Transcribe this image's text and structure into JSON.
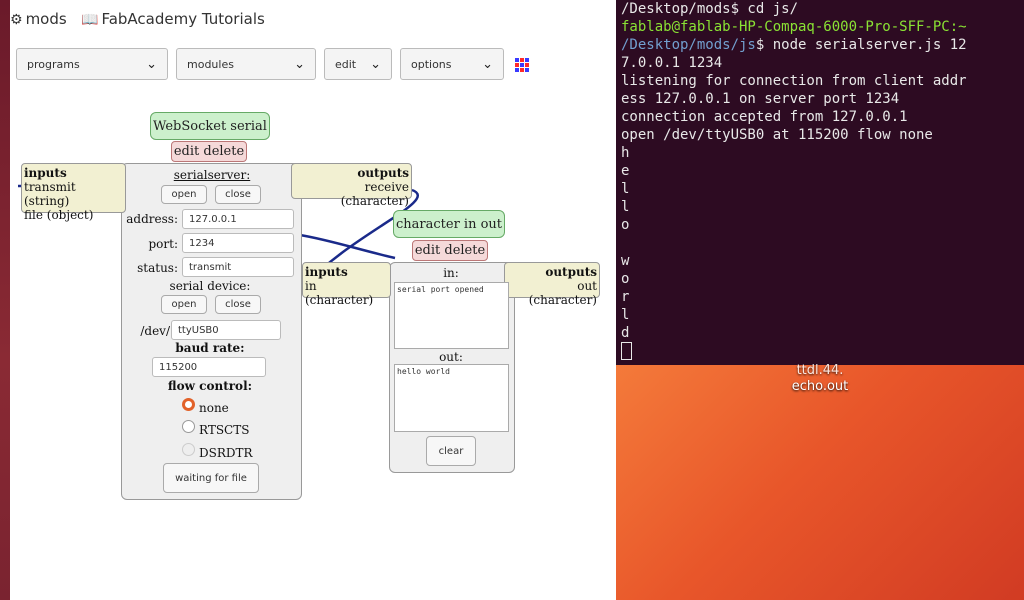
{
  "browser": {
    "tabs": [
      {
        "icon": "gear-icon",
        "label": "mods"
      },
      {
        "icon": "book-icon",
        "label": "FabAcademy Tutorials"
      }
    ],
    "menus": [
      "programs",
      "modules",
      "edit",
      "options"
    ]
  },
  "websocket_module": {
    "title": "WebSocket serial",
    "edit": "edit",
    "delete": "delete",
    "inputs_title": "inputs",
    "inputs": [
      "transmit (string)",
      "file (object)"
    ],
    "outputs_title": "outputs",
    "outputs": [
      "receive (character)"
    ],
    "server_label": "serialserver:",
    "open": "open",
    "close": "close",
    "address_label": "address:",
    "address_value": "127.0.0.1",
    "port_label": "port:",
    "port_value": "1234",
    "status_label": "status:",
    "status_value": "transmit",
    "serial_device_label": "serial device:",
    "dev_label": "/dev/",
    "dev_value": "ttyUSB0",
    "baud_label": "baud rate:",
    "baud_value": "115200",
    "flow_label": "flow control:",
    "flow_options": [
      "none",
      "RTSCTS",
      "DSRDTR"
    ],
    "waiting": "waiting for file"
  },
  "char_module": {
    "title": "character in out",
    "edit": "edit",
    "delete": "delete",
    "inputs_title": "inputs",
    "inputs": [
      "in (character)"
    ],
    "outputs_title": "outputs",
    "outputs": [
      "out (character)"
    ],
    "in_label": "in:",
    "in_text": "serial port opened",
    "out_label": "out:",
    "out_text": "hello world",
    "clear": "clear"
  },
  "terminal": {
    "lines": [
      {
        "t": "cmd",
        "user": "fablab@fablab-HP-Compaq-6000-Pro-SFF-PC:~",
        "path": "/Desktop/mods/js",
        "cmd": "$ node serialserver.js 12"
      },
      {
        "t": "out",
        "text": "7.0.0.1 1234"
      },
      {
        "t": "out",
        "text": "listening for connection from client addr"
      },
      {
        "t": "out",
        "text": "ess 127.0.0.1 on server port 1234"
      },
      {
        "t": "out",
        "text": "connection accepted from 127.0.0.1"
      },
      {
        "t": "out",
        "text": "open /dev/ttyUSB0 at 115200 flow none"
      },
      {
        "t": "out",
        "text": "h"
      },
      {
        "t": "out",
        "text": "e"
      },
      {
        "t": "out",
        "text": "l"
      },
      {
        "t": "out",
        "text": "l"
      },
      {
        "t": "out",
        "text": "o"
      },
      {
        "t": "out",
        "text": " "
      },
      {
        "t": "out",
        "text": "w"
      },
      {
        "t": "out",
        "text": "o"
      },
      {
        "t": "out",
        "text": "r"
      },
      {
        "t": "out",
        "text": "l"
      },
      {
        "t": "out",
        "text": "d"
      }
    ]
  },
  "desktop": {
    "icon_label_top": "ttdl.44.",
    "icon_label": "echo.out"
  }
}
